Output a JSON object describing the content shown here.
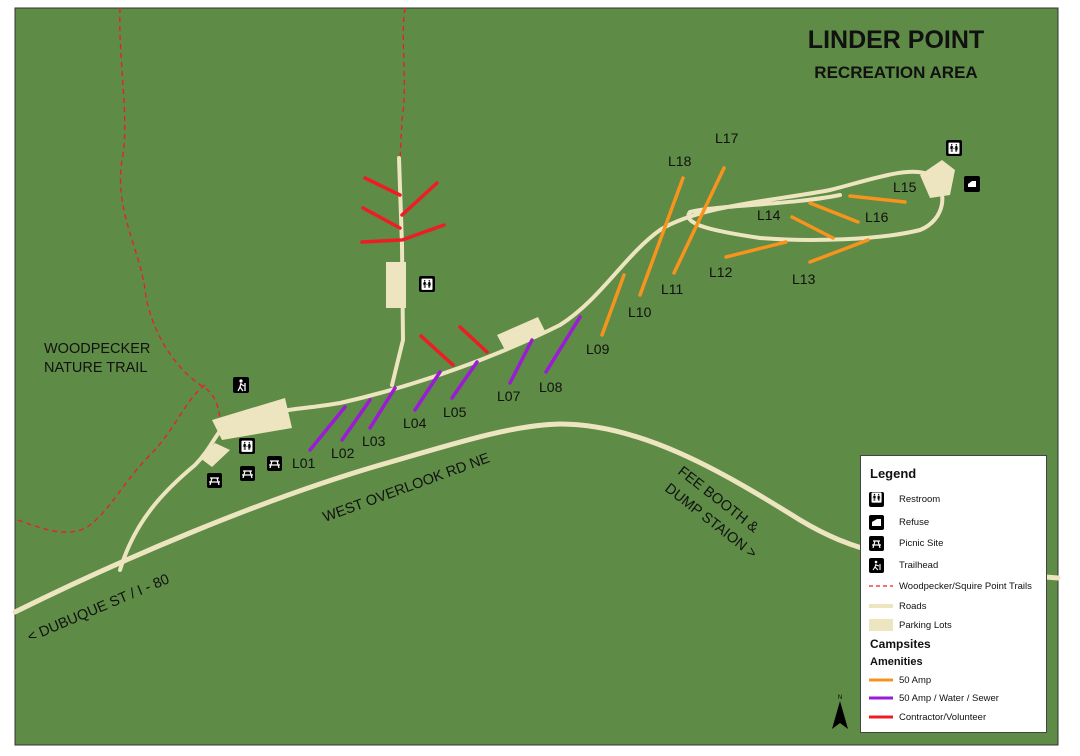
{
  "title": {
    "line1": "LINDER POINT",
    "line2": "RECREATION AREA"
  },
  "labels": {
    "trail_name_1": "WOODPECKER",
    "trail_name_2": "NATURE TRAIL",
    "road_overlook": "WEST OVERLOOK RD NE",
    "road_dubuque": "< DUBUQUE ST / I - 80",
    "fee_booth_1": "FEE BOOTH &",
    "fee_booth_2": "DUMP STAION >"
  },
  "campsites": [
    {
      "id": "L01",
      "amenity": "50 Amp / Water / Sewer"
    },
    {
      "id": "L02",
      "amenity": "50 Amp / Water / Sewer"
    },
    {
      "id": "L03",
      "amenity": "50 Amp / Water / Sewer"
    },
    {
      "id": "L04",
      "amenity": "50 Amp / Water / Sewer"
    },
    {
      "id": "L05",
      "amenity": "50 Amp / Water / Sewer"
    },
    {
      "id": "L07",
      "amenity": "50 Amp / Water / Sewer"
    },
    {
      "id": "L08",
      "amenity": "50 Amp / Water / Sewer"
    },
    {
      "id": "L09",
      "amenity": "50 Amp"
    },
    {
      "id": "L10",
      "amenity": "50 Amp"
    },
    {
      "id": "L11",
      "amenity": "50 Amp"
    },
    {
      "id": "L12",
      "amenity": "50 Amp"
    },
    {
      "id": "L13",
      "amenity": "50 Amp"
    },
    {
      "id": "L14",
      "amenity": "50 Amp"
    },
    {
      "id": "L15",
      "amenity": "50 Amp"
    },
    {
      "id": "L16",
      "amenity": "50 Amp"
    },
    {
      "id": "L17",
      "amenity": "50 Amp"
    },
    {
      "id": "L18",
      "amenity": "50 Amp"
    }
  ],
  "legend": {
    "title": "Legend",
    "items": [
      {
        "label": "Restroom",
        "icon": "restroom-icon"
      },
      {
        "label": "Refuse",
        "icon": "refuse-icon"
      },
      {
        "label": "Picnic Site",
        "icon": "picnic-table-icon"
      },
      {
        "label": "Trailhead",
        "icon": "hiker-icon"
      },
      {
        "label": "Woodpecker/Squire Point Trails",
        "icon": "dashed-trail-line"
      },
      {
        "label": "Roads",
        "icon": "road-line"
      },
      {
        "label": "Parking Lots",
        "icon": "parking-lot-swatch"
      }
    ],
    "campsites_heading": "Campsites",
    "amenities_heading": "Amenities",
    "amenities": [
      {
        "label": "50 Amp",
        "color": "#f7941d"
      },
      {
        "label": "50 Amp / Water / Sewer",
        "color": "#9b1bd6"
      },
      {
        "label": "Contractor/Volunteer",
        "color": "#ee1c25"
      }
    ]
  },
  "colors": {
    "background": "#5e8b45",
    "road": "#ece5c0",
    "parking": "#ece5c0",
    "trail": "#ee1c25",
    "amp50": "#f7941d",
    "amp_water_sewer": "#9b1bd6",
    "contractor": "#ee1c25"
  },
  "north_arrow": "N"
}
